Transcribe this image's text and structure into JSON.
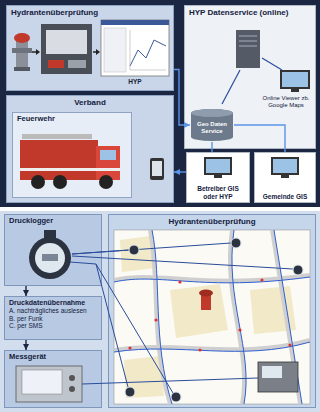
{
  "diagram": {
    "nodes": [
      {
        "text": [
          "Hydrantenüberprüfung"
        ]
      },
      {
        "text": [
          "HYP Datenservice (online)"
        ]
      },
      {
        "text": [
          "Geo Daten Service"
        ],
        "in": 1
      },
      {
        "text": [
          "Verband"
        ]
      },
      {
        "text": [
          "Feuerwehr"
        ],
        "in": 3
      },
      {
        "text": [
          "Betreiber GIS oder HYP"
        ]
      },
      {
        "text": [
          "Gemeinde GIS"
        ]
      },
      {
        "text": [
          "Drucklogger"
        ]
      },
      {
        "text": [
          "Druckdatenübernahme",
          "A. nachträgliches auslesen",
          "B. per Funk",
          "C. per SMS"
        ]
      },
      {
        "text": [
          "Messgerät"
        ]
      },
      {
        "text": [
          "Hydrantenüberprüfung"
        ]
      }
    ],
    "edges": [
      {
        "from": 0,
        "to": 2,
        "arrow": "to"
      },
      {
        "from": 2,
        "to": 5,
        "arrow": "none"
      },
      {
        "from": 2,
        "to": 6,
        "arrow": "none"
      },
      {
        "from": 5,
        "to": 3,
        "arrow": "to"
      },
      {
        "from": 7,
        "to": 8,
        "arrow": "to"
      },
      {
        "from": 8,
        "to": 9,
        "arrow": "to"
      }
    ],
    "labels": [
      "HYP",
      "Online Viewer zb. Google Maps"
    ]
  }
}
